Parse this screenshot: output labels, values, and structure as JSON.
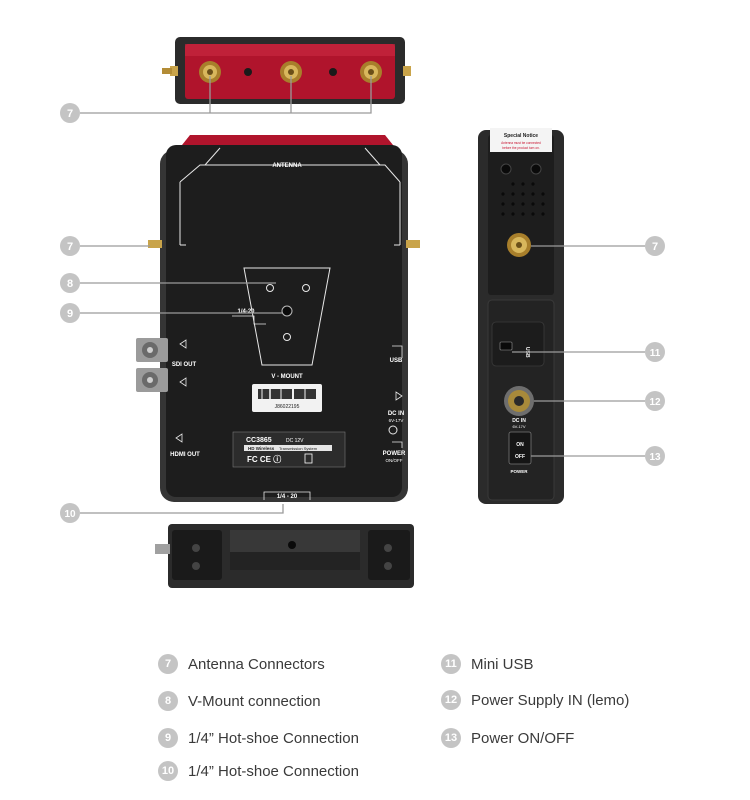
{
  "colors": {
    "accent": "#c8102e",
    "device_body": "#262626",
    "callout": "#c4c4c4",
    "callout_line": "#9a9a9a",
    "legend_text": "#3a3a3a"
  },
  "callout_numbers": {
    "n7": "7",
    "n8": "8",
    "n9": "9",
    "n10": "10",
    "n11": "11",
    "n12": "12",
    "n13": "13"
  },
  "device_labels": {
    "antenna": "ANTENNA",
    "mount_screw": "1/4-20",
    "v_mount": "V - MOUNT",
    "sdi_out": "SDI OUT",
    "hdmi_out": "HDMI OUT",
    "usb": "USB",
    "dc_in": "DC IN",
    "dc_in_voltage": "6V-17V",
    "power": "POWER",
    "power_onoff": "ON/OFF",
    "bottom_screw": "1/4 - 20",
    "serial": "J86022195",
    "model": "CC3865",
    "model_power": "DC 12V",
    "product_line": "HD Wireless",
    "product_sub": "Transmission System",
    "cert_marks": "FC CE ⓘ",
    "notice_title": "Special Notice",
    "notice_line1": "Antenna must be connected",
    "notice_line2": "before the product turn on.",
    "side_usb": "USB",
    "side_dc_in": "DC IN",
    "side_voltage": "6V-17V",
    "switch_on": "ON",
    "switch_off": "OFF",
    "side_power": "POWER"
  },
  "legend": [
    {
      "num": "7",
      "text": "Antenna Connectors"
    },
    {
      "num": "8",
      "text": "V-Mount connection"
    },
    {
      "num": "9",
      "text": "1/4” Hot-shoe Connection"
    },
    {
      "num": "10",
      "text": "1/4” Hot-shoe Connection"
    },
    {
      "num": "11",
      "text": "Mini USB"
    },
    {
      "num": "12",
      "text": "Power Supply IN (lemo)"
    },
    {
      "num": "13",
      "text": "Power ON/OFF"
    }
  ]
}
